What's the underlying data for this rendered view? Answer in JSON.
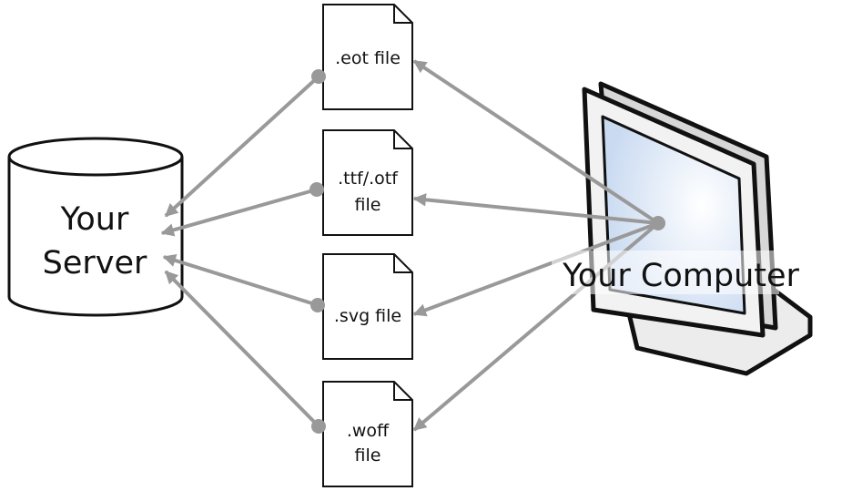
{
  "server": {
    "label_line1": "Your",
    "label_line2": "Server"
  },
  "computer": {
    "label": "Your Computer"
  },
  "files": [
    {
      "line1": ".eot file",
      "line2": ""
    },
    {
      "line1": ".ttf/.otf",
      "line2": "file"
    },
    {
      "line1": ".svg file",
      "line2": ""
    },
    {
      "line1": ".woff",
      "line2": "file"
    }
  ],
  "colors": {
    "arrow": "#999999",
    "outline": "#111111",
    "screen": "#dde8f6"
  }
}
